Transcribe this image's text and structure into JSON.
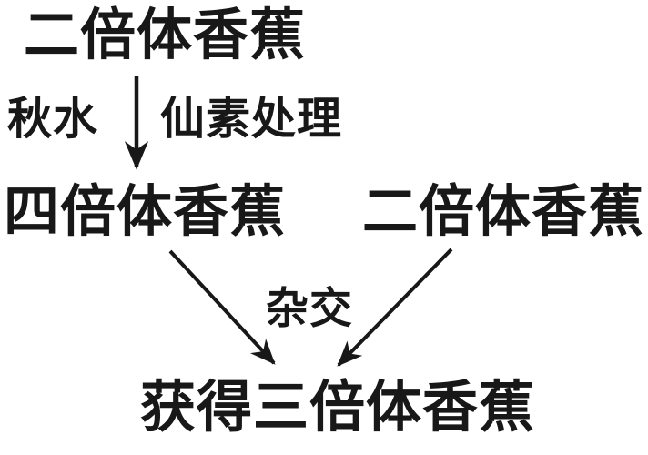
{
  "diagram": {
    "title_meaning": "Breeding process for triploid banana",
    "top_node": {
      "label": "二倍体香蕉"
    },
    "treatment": {
      "left_label": "秋水",
      "right_label": "仙素处理"
    },
    "mid_left_node": {
      "label": "四倍体香蕉"
    },
    "mid_right_node": {
      "label": "二倍体香蕉"
    },
    "cross": {
      "label": "杂交"
    },
    "result_node": {
      "label": "获得三倍体香蕉"
    },
    "colors": {
      "ink": "#181818",
      "background": "#ffffff"
    }
  }
}
